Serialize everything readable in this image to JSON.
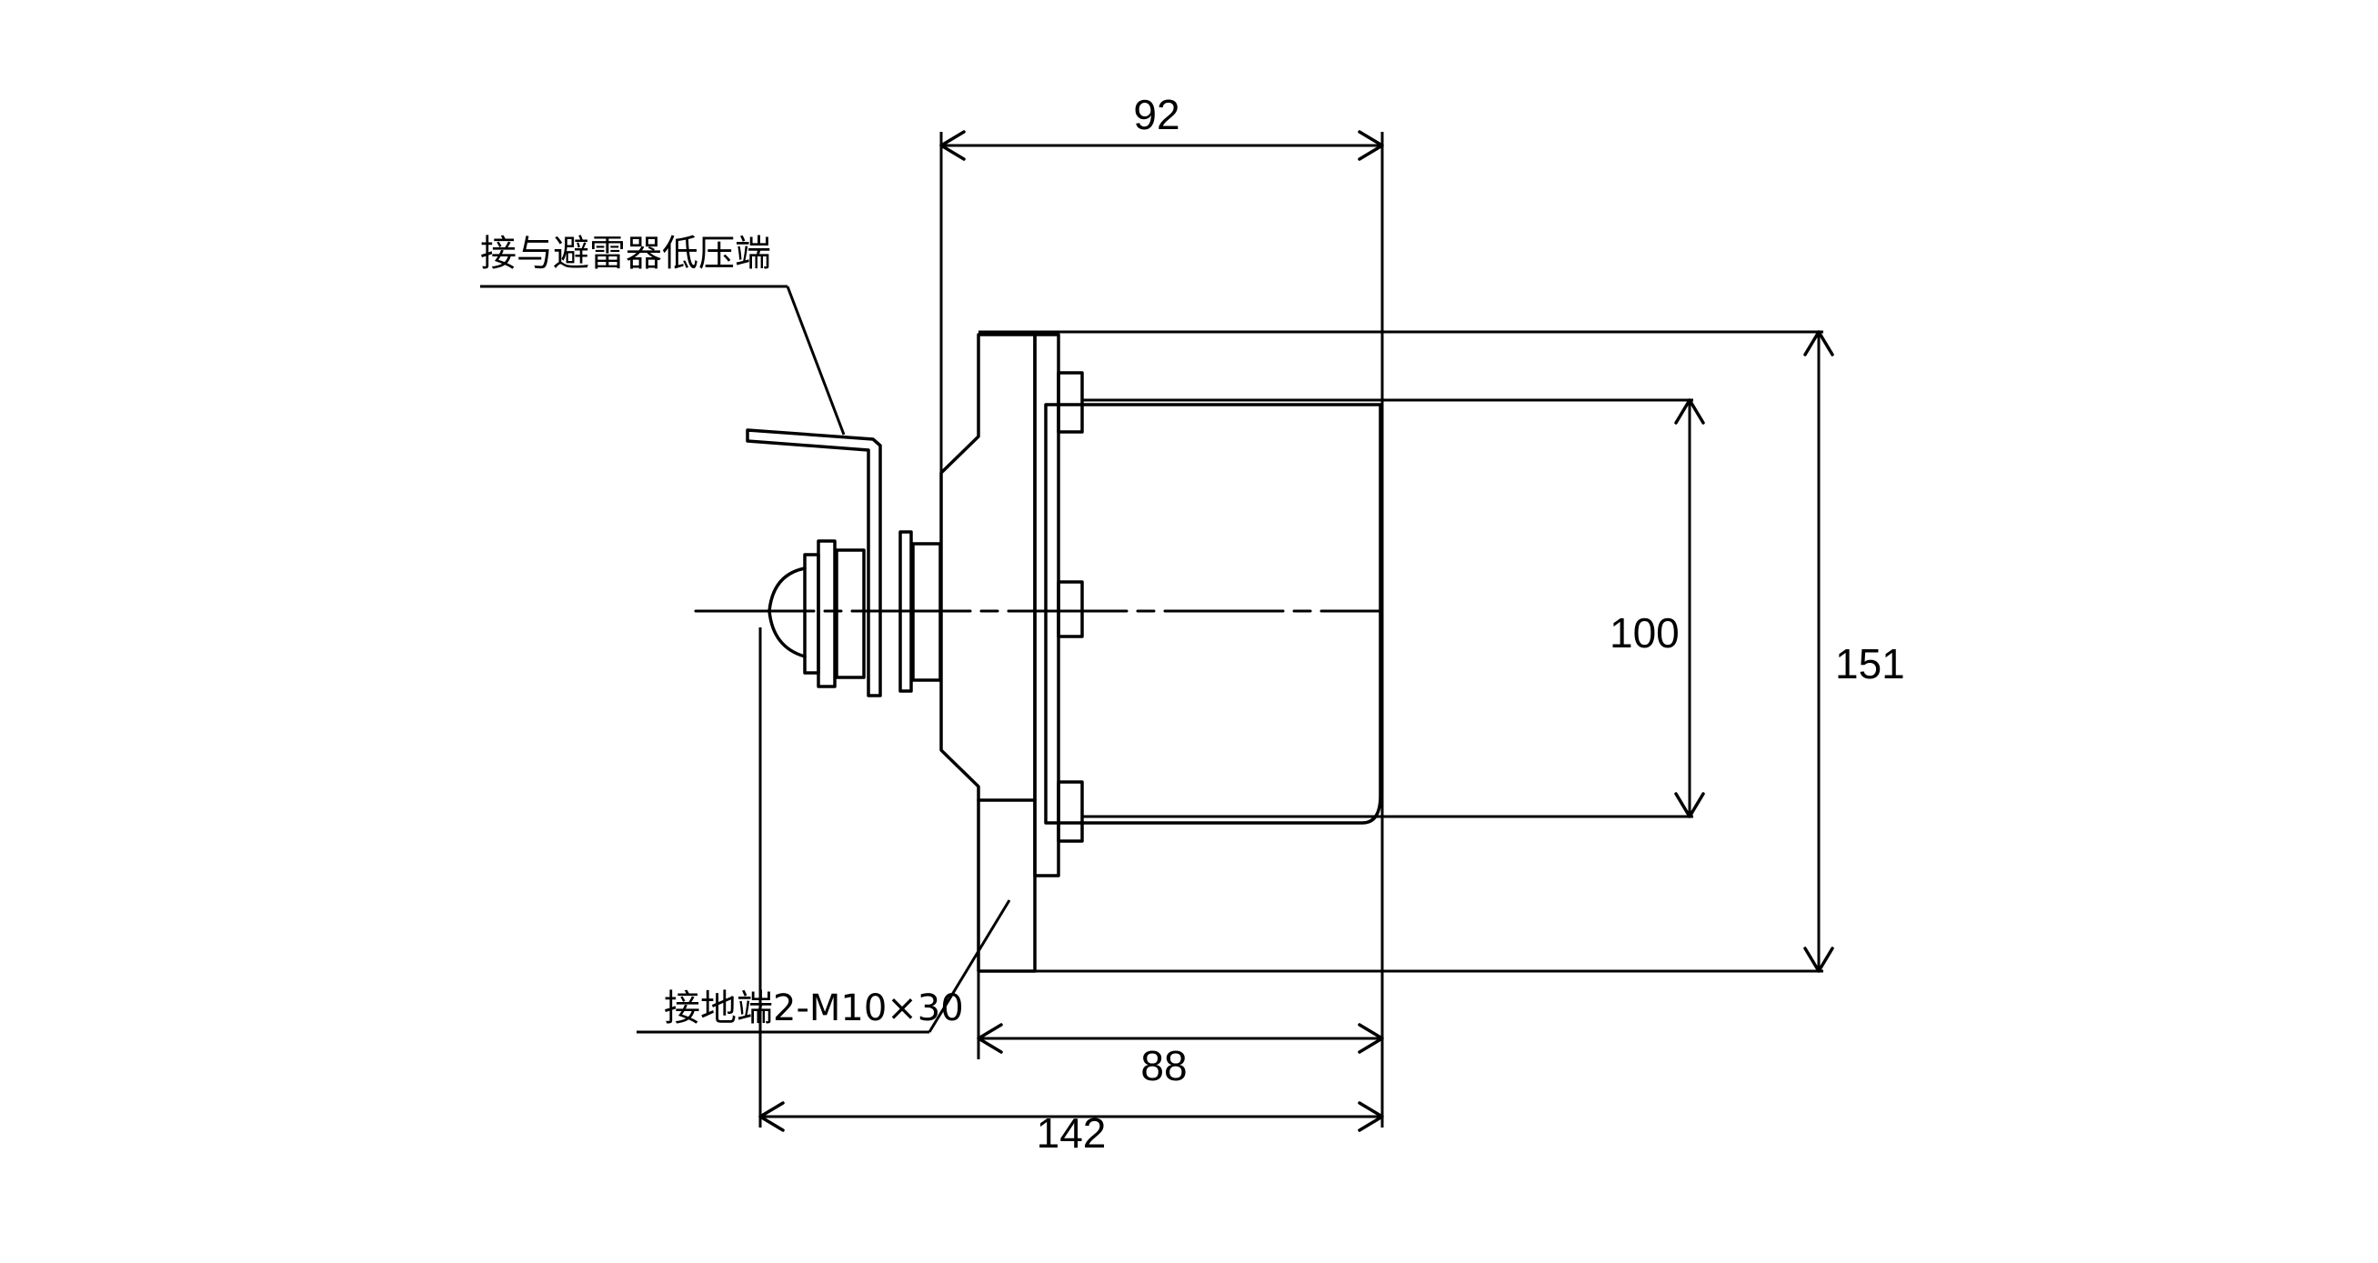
{
  "labels": {
    "top_connection": "接与避雷器低压端",
    "ground_terminal": "接地端2-M10×30"
  },
  "dimensions": {
    "top_width": "92",
    "inner_height": "100",
    "outer_height": "151",
    "base_width": "88",
    "total_width": "142"
  }
}
